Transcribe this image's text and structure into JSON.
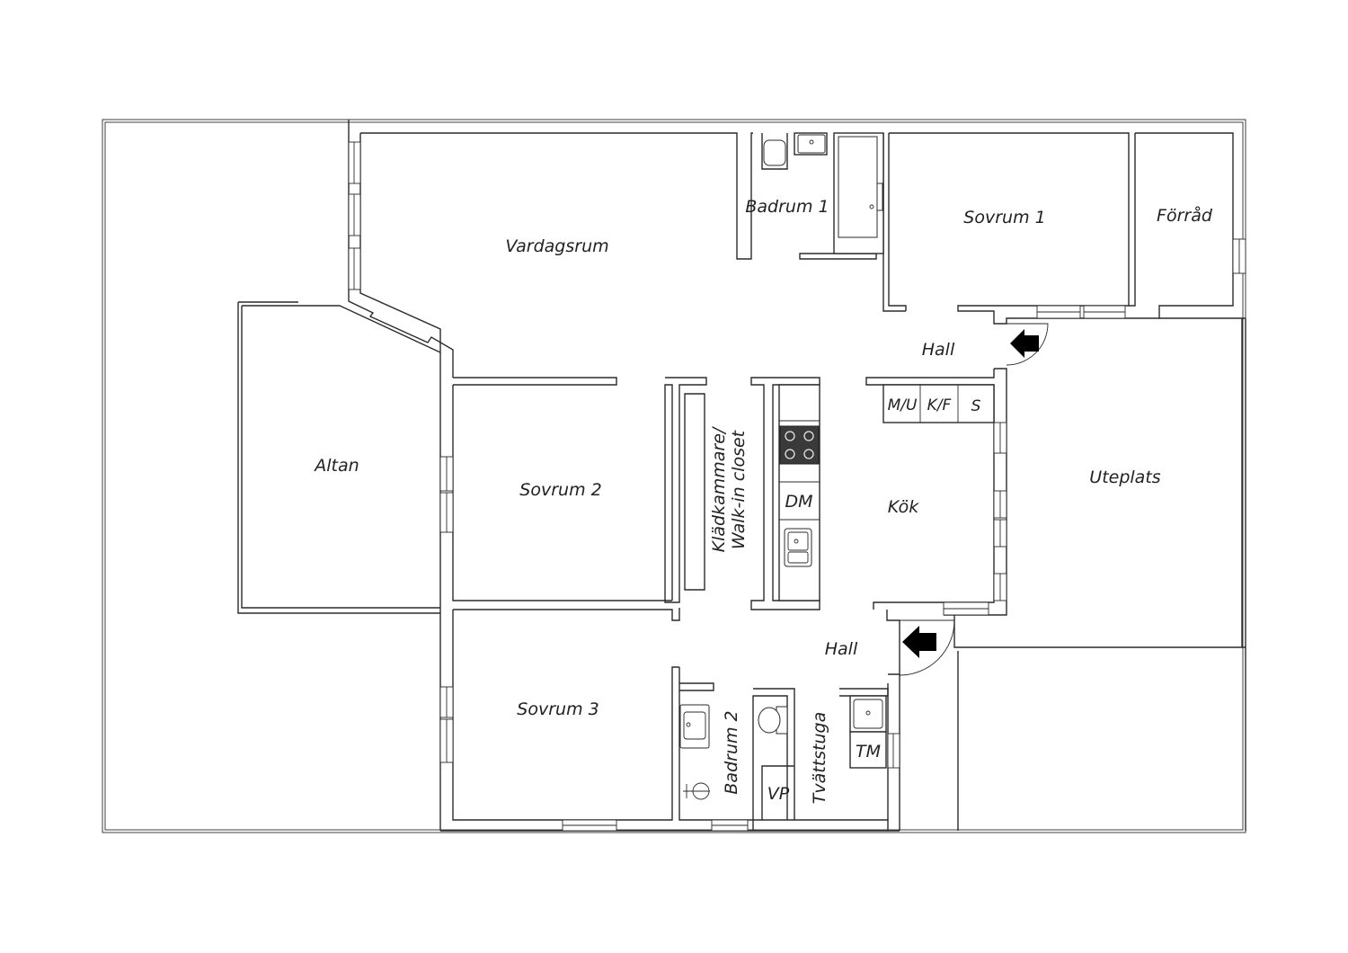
{
  "floorplan": {
    "rooms": {
      "vardagsrum": "Vardagsrum",
      "badrum1": "Badrum 1",
      "sovrum1": "Sovrum 1",
      "forrad": "Förråd",
      "hall_upper": "Hall",
      "altan": "Altan",
      "sovrum2": "Sovrum 2",
      "kladkammare_1": "Klädkammare/",
      "kladkammare_2": "Walk-in closet",
      "kok": "Kök",
      "uteplats": "Uteplats",
      "hall_lower": "Hall",
      "sovrum3": "Sovrum 3",
      "badrum2": "Badrum 2",
      "tvattstuga": "Tvättstuga"
    },
    "appliances": {
      "mu": "M/U",
      "kf": "K/F",
      "s": "S",
      "dm": "DM",
      "tm": "TM",
      "vp": "VP"
    },
    "entrances": [
      "entry-arrow-upper",
      "entry-arrow-lower"
    ]
  }
}
